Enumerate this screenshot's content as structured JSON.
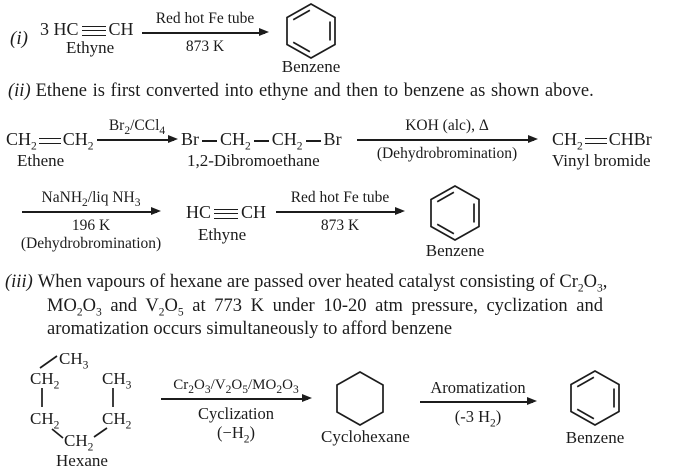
{
  "page": {
    "background": "#ffffff",
    "ink": "#1c1c1c"
  },
  "section_i": {
    "index": "(i)",
    "reactant_formula": "3 HC≡CH",
    "reactant_name": "Ethyne",
    "arrow_above": "Red hot Fe tube",
    "arrow_below": "873 K",
    "product_name": "Benzene"
  },
  "section_ii": {
    "index": "(ii)",
    "intro": "Ethene is first converted into ethyne and then to benzene as shown above.",
    "row1": {
      "ethene_formula": "CH~2~═CH~2~",
      "ethene_name": "Ethene",
      "arrow1_above": "Br~2~/CCl~4~",
      "dibromoethane_formula": "Br—CH~2~—CH~2~—Br",
      "dibromoethane_name": "1,2-Dibromoethane",
      "arrow2_above": "KOH (alc), Δ",
      "arrow2_below": "(Dehydrobromination)",
      "vinylbromide_formula": "CH~2~═CHBr",
      "vinylbromide_name": "Vinyl bromide"
    },
    "row2": {
      "arrow1_above": "NaNH~2~/liq NH~3~",
      "arrow1_below": "196 K",
      "arrow1_note": "(Dehydrobromination)",
      "ethyne_formula": "HC≡CH",
      "ethyne_name": "Ethyne",
      "arrow2_above": "Red hot Fe tube",
      "arrow2_below": "873 K",
      "product_name": "Benzene"
    }
  },
  "section_iii": {
    "index": "(iii)",
    "line1": "When vapours of hexane are passed over heated catalyst consisting of Cr~2~O~3~,",
    "line2": "MO~2~O~3~ and V~2~O~5~ at 773 K under 10-20 atm pressure, cyclization and",
    "line3": "aromatization occurs simultaneously to afford benzene",
    "row": {
      "hexane": {
        "top": "CH~3~",
        "upper_left": "CH~2~",
        "upper_right": "CH~3~",
        "lower_left": "CH~2~",
        "lower_right": "CH~2~",
        "bottom": "CH~2~",
        "name": "Hexane"
      },
      "arrow1_above": "Cr~2~O~3~/V~2~O~5~/MO~2~O~3~",
      "arrow1_below": "Cyclization",
      "arrow1_note": "(−H~2~)",
      "cyclohexane_name": "Cyclohexane",
      "arrow2_above": "Aromatization",
      "arrow2_below": "(-3 H~2~)",
      "benzene_name": "Benzene"
    }
  }
}
